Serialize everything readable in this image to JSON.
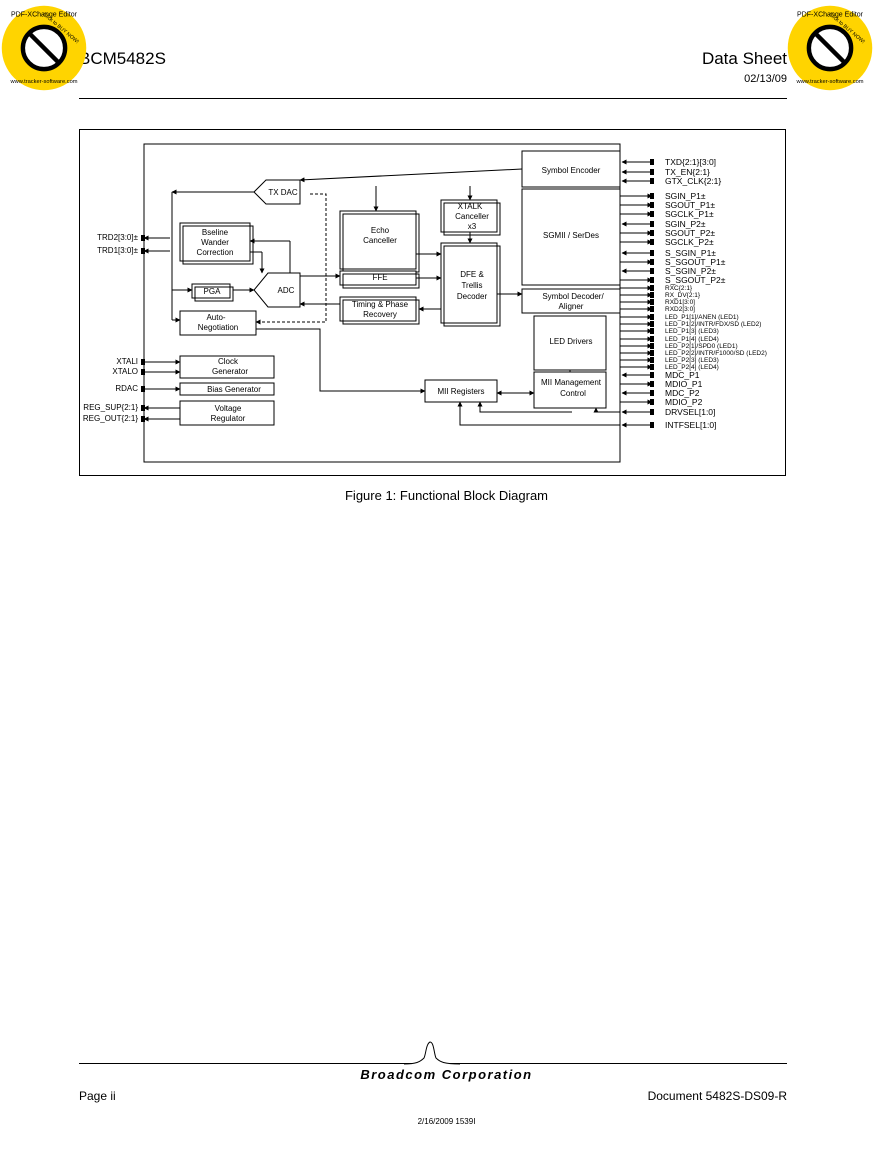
{
  "header": {
    "title": "BCM5482S",
    "doc_type": "Data Sheet",
    "date": "02/13/09"
  },
  "watermark": {
    "top": "PDF-XChange Editor",
    "center": "Click to BUY NOW!",
    "bottom": "www.tracker-software.com"
  },
  "diagram": {
    "blocks": {
      "symbol_encoder": "Symbol Encoder",
      "tx_dac": "TX DAC",
      "echo": [
        "Echo",
        "Canceller"
      ],
      "xtalk": [
        "XTALK",
        "Canceller",
        "x3"
      ],
      "sgmii": "SGMII / SerDes",
      "bseline": [
        "Bseline",
        "Wander",
        "Correction"
      ],
      "pga": "PGA",
      "adc": "ADC",
      "ffe": "FFE",
      "dfe": [
        "DFE &",
        "Trellis",
        "Decoder"
      ],
      "timing": [
        "Timing & Phase",
        "Recovery"
      ],
      "symbol_decoder": [
        "Symbol Decoder/",
        "Aligner"
      ],
      "auto_neg": [
        "Auto-",
        "Negotiation"
      ],
      "led_drivers": "LED Drivers",
      "clock": [
        "Clock",
        "Generator"
      ],
      "bias": "Bias Generator",
      "mii_registers": "MII Registers",
      "mii_mgmt": [
        "MII Management",
        "Control"
      ],
      "voltage": [
        "Voltage",
        "Regulator"
      ]
    },
    "left_pins": [
      "TRD2[3:0]±",
      "TRD1[3:0]±",
      "XTALI",
      "XTALO",
      "RDAC",
      "REG_SUP{2:1}",
      "REG_OUT{2:1}"
    ],
    "right_pins_large": [
      "TXD{2:1}[3:0]",
      "TX_EN{2:1}",
      "GTX_CLK{2:1}",
      "SGIN_P1±",
      "SGOUT_P1±",
      "SGCLK_P1±",
      "SGIN_P2±",
      "SGOUT_P2±",
      "SGCLK_P2±",
      "S_SGIN_P1±",
      "S_SGOUT_P1±",
      "S_SGIN_P2±",
      "S_SGOUT_P2±"
    ],
    "right_pins_small": [
      "RXC{2:1}",
      "RX_DV{2:1}",
      "RXD1[3:0]",
      "RXD2[3:0]",
      "LED_P1[1]/ANEN (LED1)",
      "LED_P1[2]/INTR/FDX/SD (LED2)",
      "LED_P1[3] (LED3)",
      "LED_P1[4] (LED4)",
      "LED_P2[1]/SPD0 (LED1)",
      "LED_P2[2]/INTR/F1000/SD (LED2)",
      "LED_P2[3] (LED3)",
      "LED_P2[4] (LED4)"
    ],
    "right_pins_bottom": [
      "MDC_P1",
      "MDIO_P1",
      "MDC_P2",
      "MDIO_P2",
      "DRVSEL[1:0]",
      "INTFSEL[1:0]"
    ]
  },
  "caption": "Figure 1:  Functional Block Diagram",
  "footer": {
    "brand": "Broadcom Corporation",
    "page": "Page  ii",
    "document": "Document    5482S-DS09-R",
    "stamp": "2/16/2009 1539I"
  }
}
